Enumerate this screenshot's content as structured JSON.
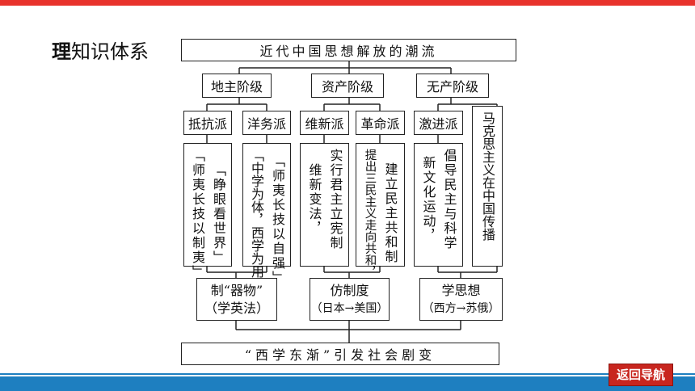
{
  "section_title": {
    "first_char": "理",
    "rest": "知识体系"
  },
  "nav_button": "返回导航",
  "diagram": {
    "top": "近代中国思想解放的潮流",
    "classes": {
      "landlord": "地主阶级",
      "bourgeois": "资产阶级",
      "proletariat": "无产阶级"
    },
    "factions": {
      "dikang": "抵抗派",
      "yangwu": "洋务派",
      "weixin": "维新派",
      "geming": "革命派",
      "jijin": "激进派"
    },
    "ideas": {
      "dikang": [
        "「睁眼看世界」",
        "「师夷长技以制夷」"
      ],
      "yangwu": [
        "「师夷长技以自强」",
        "「中学为体，西学为用」"
      ],
      "weixin": [
        "实行君主立宪制",
        "维新变法，"
      ],
      "geming": [
        "建立民主共和制",
        "提出三民主义走向共和，"
      ],
      "jijin": [
        "倡导民主与科学",
        "新文化运动，"
      ],
      "marx": "马克思主义在中国传播"
    },
    "stages": {
      "s1": [
        "制“器物”",
        "（学英法）"
      ],
      "s2": [
        "仿制度",
        "（日本→美国）"
      ],
      "s3": [
        "学思想",
        "（西方→苏俄）"
      ]
    },
    "bottom": "“西学东渐”引发社会剧变"
  }
}
